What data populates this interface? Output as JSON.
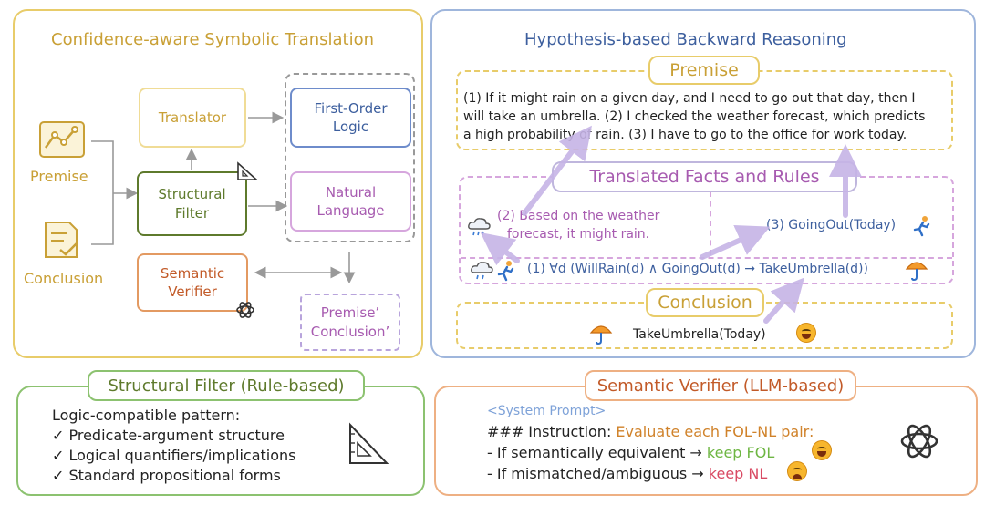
{
  "left_panel": {
    "title": "Confidence-aware Symbolic Translation",
    "premise_label": "Premise",
    "conclusion_label": "Conclusion",
    "translator": "Translator",
    "structural_filter_1": "Structural",
    "structural_filter_2": "Filter",
    "semantic_verifier_1": "Semantic",
    "semantic_verifier_2": "Verifier",
    "fol_1": "First-Order",
    "fol_2": "Logic",
    "nl_1": "Natural",
    "nl_2": "Language",
    "out_1": "Premise’",
    "out_2": "Conclusion’"
  },
  "right_panel": {
    "title": "Hypothesis-based Backward Reasoning",
    "premise_title": "Premise",
    "premise_line_1": "(1) If it might rain on a given day, and I need to go out that day, then I",
    "premise_line_2": "will take an umbrella. (2) I checked the weather forecast, which predicts",
    "premise_line_3": "a high probability of rain. (3) I have to go to the office for work today.",
    "facts_title": "Translated Facts and Rules",
    "fact2_line_1": "(2) Based on the weather",
    "fact2_line_2": "forecast, it might rain.",
    "fact3": "(3) GoingOut(Today)",
    "rule1": "(1) ∀d (WillRain(d) ∧ GoingOut(d) → TakeUmbrella(d))",
    "conclusion_title": "Conclusion",
    "conclusion_text": "TakeUmbrella(Today)"
  },
  "filter_panel": {
    "title": "Structural Filter (Rule-based)",
    "heading": "Logic-compatible pattern:",
    "items": [
      "✓ Predicate-argument structure",
      "✓ Logical quantifiers/implications",
      "✓ Standard propositional forms"
    ]
  },
  "verifier_panel": {
    "title": "Semantic Verifier (LLM-based)",
    "system_prompt": "<System Prompt>",
    "instruction_prefix": "### Instruction: ",
    "instruction_highlight": "Evaluate each FOL-NL pair:",
    "rule1_prefix": "- If semantically equivalent → ",
    "rule1_action": "keep FOL",
    "rule2_prefix": "- If mismatched/ambiguous → ",
    "rule2_action": "keep NL"
  },
  "colors": {
    "gold": "#c9a036",
    "gold_border": "#e8cc6a",
    "blue": "#3d5f9e",
    "blue_border": "#9fb6dc",
    "green_border": "#8cc270",
    "orange_border": "#eeb083",
    "orange_text": "#c25a28",
    "purple": "#a75bb0",
    "purple_border": "#d6a6dd",
    "arrow_purple": "#c6b4e6",
    "keep_fol": "#6eb643",
    "keep_nl": "#d94a63",
    "olive": "#5e7a2c"
  }
}
